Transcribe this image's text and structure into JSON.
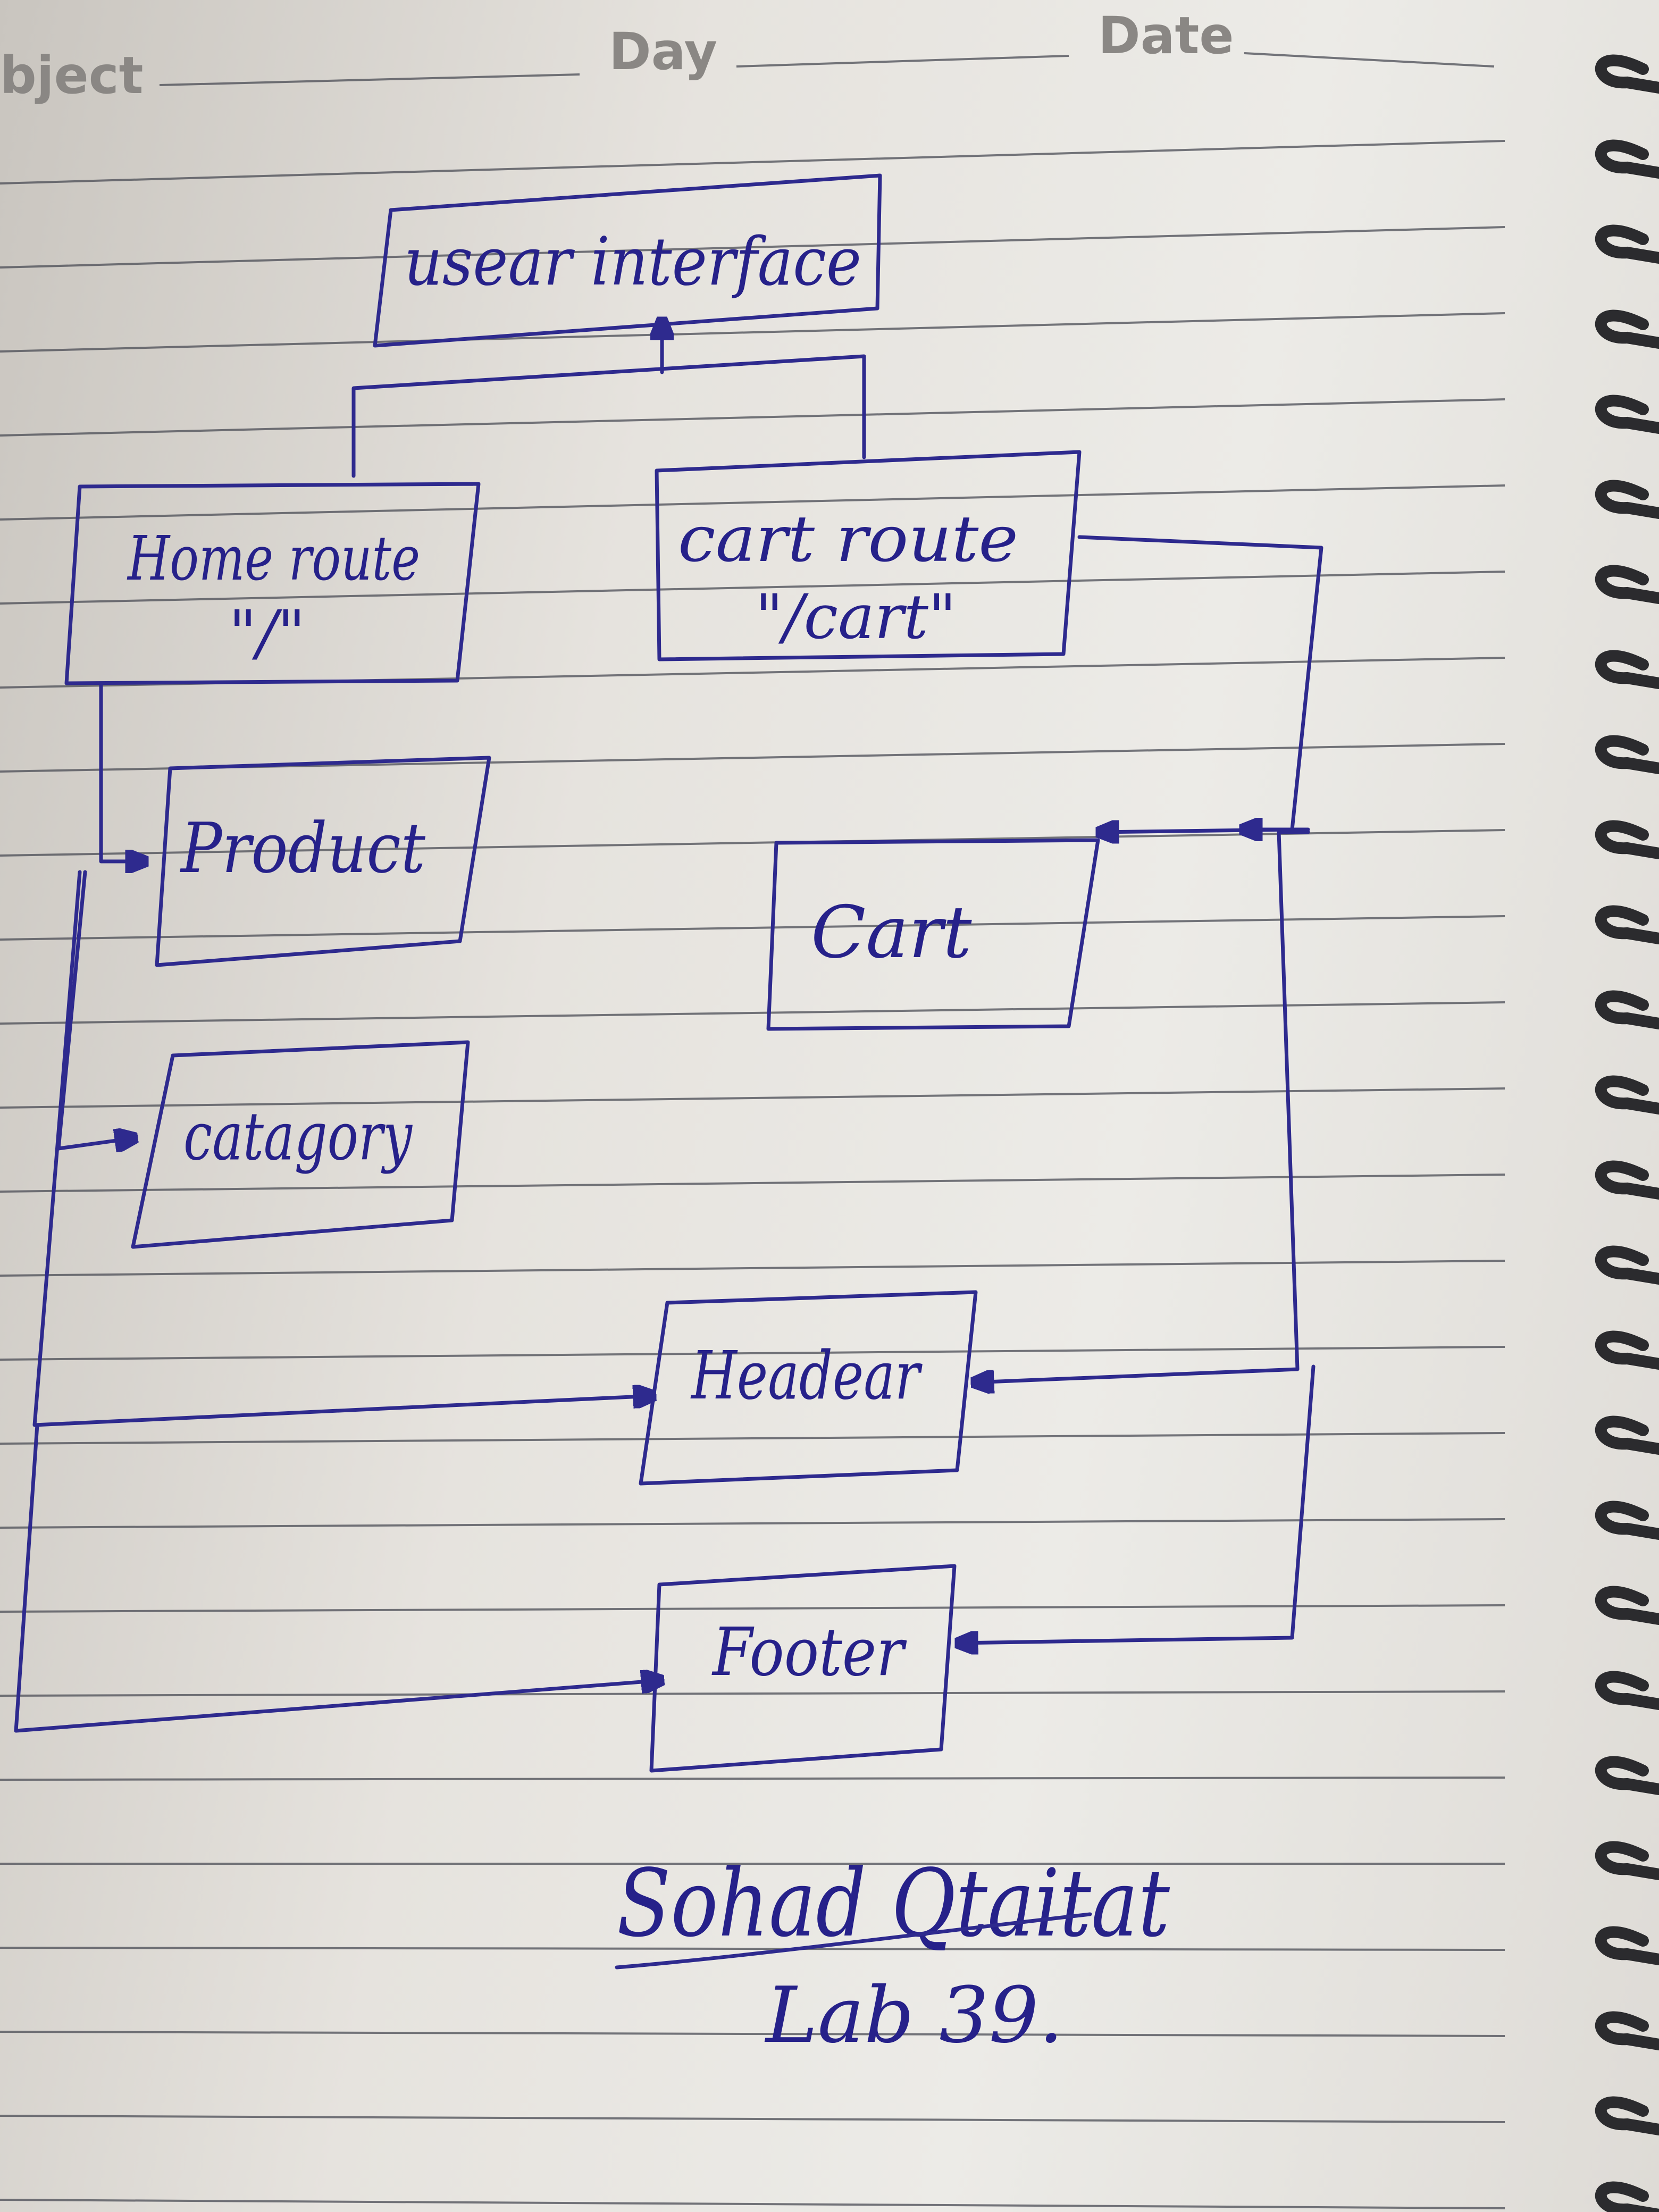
{
  "header": {
    "subject_label": "bject",
    "day_label": "Day",
    "date_label": "Date"
  },
  "diagram": {
    "nodes": {
      "user_interface": "usear interface",
      "home_route_title": "Home route",
      "home_route_path": "\"/\"",
      "cart_route_title": "cart route",
      "cart_route_path": "\"/cart\"",
      "product": "Product",
      "category": "catagory",
      "cart": "Cart",
      "header": "Headear",
      "footer": "Footer"
    }
  },
  "signature": {
    "name": "Sohad Qtaitat",
    "lab": "Lab 39."
  },
  "colors": {
    "ink": "#2e2a8e",
    "paper": "#e8e6e1",
    "rule_line": "#4a4c55",
    "header_text": "#8a8784",
    "binding_ring": "#2b2b2e"
  }
}
